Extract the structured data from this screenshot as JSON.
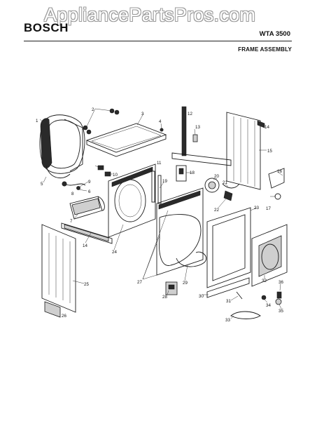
{
  "header": {
    "brand": "BOSCH",
    "model": "WTA 3500",
    "section_title": "FRAME ASSEMBLY"
  },
  "watermark": "AppliancePartsPros.com",
  "callouts": [
    "1",
    "2",
    "3",
    "4",
    "5",
    "6",
    "7",
    "8",
    "9",
    "10",
    "11",
    "12",
    "13",
    "14",
    "14",
    "15",
    "16",
    "17",
    "18",
    "19",
    "20",
    "21",
    "22",
    "23",
    "24",
    "25",
    "26",
    "27",
    "28",
    "29",
    "30",
    "31",
    "32",
    "33",
    "34",
    "35",
    "36"
  ]
}
